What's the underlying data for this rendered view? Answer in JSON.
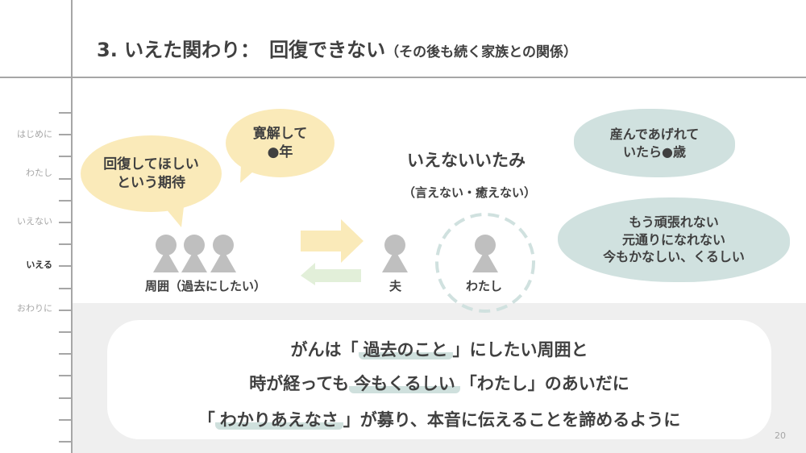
{
  "title": {
    "main": "3. いえた関わり：　回復できない",
    "sub": "（その後も続く家族との関係）"
  },
  "nav": [
    {
      "label": "はじめに",
      "current": false
    },
    {
      "label": "わたし",
      "current": false
    },
    {
      "label": "いえない",
      "current": false
    },
    {
      "label": "いえる",
      "current": true
    },
    {
      "label": "おわりに",
      "current": false
    }
  ],
  "bubbles": {
    "expect": [
      "回復してほしい",
      "という期待"
    ],
    "remission": [
      "寛解して",
      "●年"
    ]
  },
  "pain": {
    "title": "いえないいたみ",
    "sub": "（言えない・癒えない）"
  },
  "clouds": {
    "c1": [
      "産んであげれて",
      "いたら●歳"
    ],
    "c2": [
      "もう頑張れない",
      "元通りになれない",
      "今もかなしい、くるしい"
    ]
  },
  "people": {
    "surroundings": "周囲（過去にしたい）",
    "husband": "夫",
    "me": "わたし"
  },
  "message": {
    "l1": {
      "a": "がんは「",
      "h": "過去のこと",
      "b": "」にしたい周囲と"
    },
    "l2": {
      "a": "時が経っても",
      "h": "今もくるしい",
      "b": "「わたし」のあいだに"
    },
    "l3": {
      "a": "「",
      "h": "わかりあえなさ",
      "b": "」が募り、本音に伝えることを諦めるように"
    }
  },
  "page_number": "20",
  "colors": {
    "yellow": "#faeab9",
    "teal": "#d0e1df",
    "green": "#e2efd9",
    "person": "#bfbfbf"
  }
}
